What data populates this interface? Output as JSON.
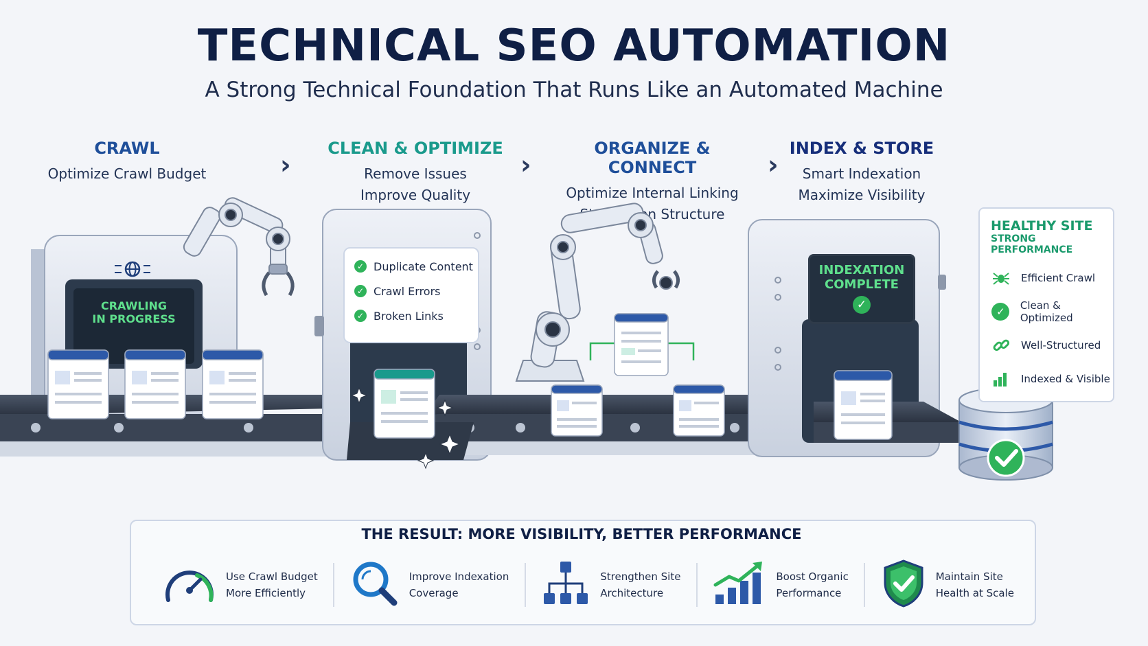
{
  "header": {
    "title": "TECHNICAL SEO AUTOMATION",
    "subtitle": "A Strong Technical Foundation That Runs Like an Automated Machine"
  },
  "stages": [
    {
      "title": "CRAWL",
      "lines": [
        "Optimize Crawl Budget"
      ],
      "color": "#1f4f9a"
    },
    {
      "title": "CLEAN & OPTIMIZE",
      "lines": [
        "Remove Issues",
        "Improve Quality"
      ],
      "color": "#1a9a8c"
    },
    {
      "title": "ORGANIZE & CONNECT",
      "lines": [
        "Optimize Internal Linking",
        "Strengthen Structure"
      ],
      "color": "#1f4f9a"
    },
    {
      "title": "INDEX & STORE",
      "lines": [
        "Smart Indexation",
        "Maximize Visibility"
      ],
      "color": "#162e7a"
    }
  ],
  "machine1": {
    "screen_line1": "CRAWLING",
    "screen_line2": "IN PROGRESS"
  },
  "machine2": {
    "checks": [
      "Duplicate Content",
      "Crawl Errors",
      "Broken Links"
    ]
  },
  "machine4": {
    "screen_line1": "INDEXATION",
    "screen_line2": "COMPLETE"
  },
  "health": {
    "title1": "HEALTHY SITE",
    "title2": "STRONG PERFORMANCE",
    "items": [
      {
        "label": "Efficient Crawl",
        "icon": "spider-icon"
      },
      {
        "label": "Clean & Optimized",
        "icon": "check-circle-icon"
      },
      {
        "label": "Well-Structured",
        "icon": "link-icon"
      },
      {
        "label": "Indexed & Visible",
        "icon": "bar-chart-icon"
      }
    ]
  },
  "result": {
    "title": "THE RESULT:  MORE VISIBILITY, BETTER PERFORMANCE",
    "items": [
      {
        "line1": "Use Crawl Budget",
        "line2": "More Efficiently",
        "icon": "gauge-icon"
      },
      {
        "line1": "Improve Indexation",
        "line2": "Coverage",
        "icon": "magnifier-icon"
      },
      {
        "line1": "Strengthen Site",
        "line2": "Architecture",
        "icon": "sitemap-icon"
      },
      {
        "line1": "Boost Organic",
        "line2": "Performance",
        "icon": "growth-chart-icon"
      },
      {
        "line1": "Maintain Site",
        "line2": "Health at Scale",
        "icon": "shield-check-icon"
      }
    ]
  },
  "colors": {
    "navy": "#0f1f45",
    "accent_blue": "#1f4f9a",
    "accent_teal": "#1a9a8c",
    "success_green": "#2fb35a"
  }
}
